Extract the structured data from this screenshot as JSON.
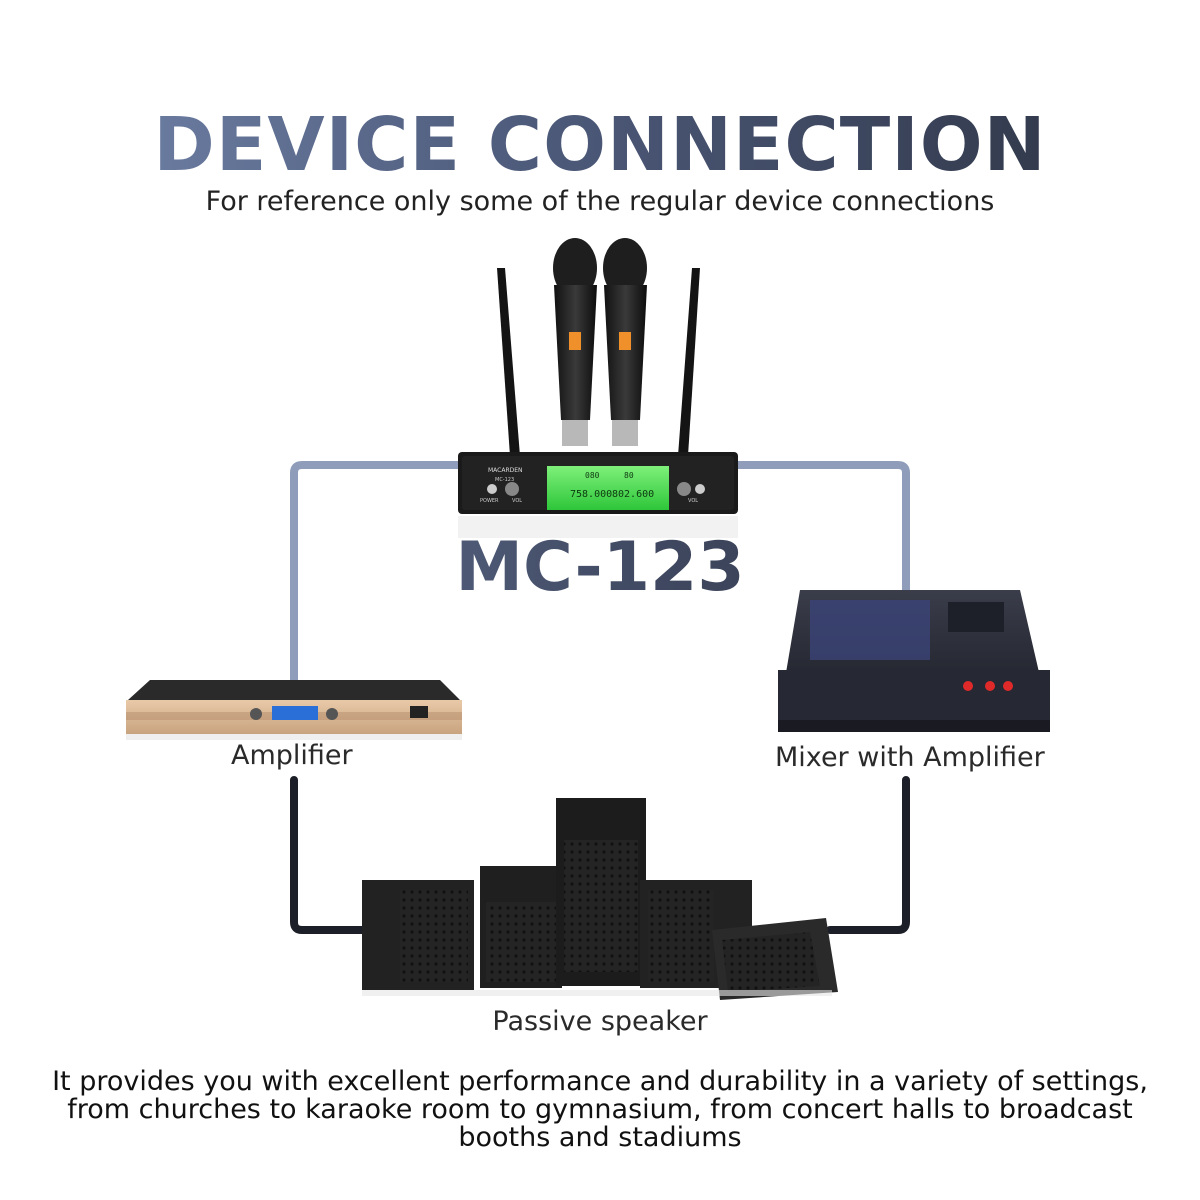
{
  "header": {
    "title": "DEVICE CONNECTION",
    "subtitle": "For reference only some of the regular device connections"
  },
  "receiver": {
    "model": "MC-123",
    "brand": "MACARDEN",
    "panel_model": "MC-123",
    "power_label": "POWER",
    "vol_label": "VOL",
    "freq_left": "758.000",
    "freq_right": "802.600",
    "ch_left": "080",
    "ch_right": "80"
  },
  "devices": {
    "amplifier": "Amplifier",
    "mixer": "Mixer with Amplifier",
    "speaker": "Passive speaker"
  },
  "description": "It provides you with excellent performance and durability in a variety of settings, from churches to karaoke room to gymnasium, from concert halls to broadcast booths and stadiums",
  "colors": {
    "cable_top": "#8f9dbb",
    "cable_bottom": "#1c1f27",
    "lcd_green": "#35e04a"
  }
}
